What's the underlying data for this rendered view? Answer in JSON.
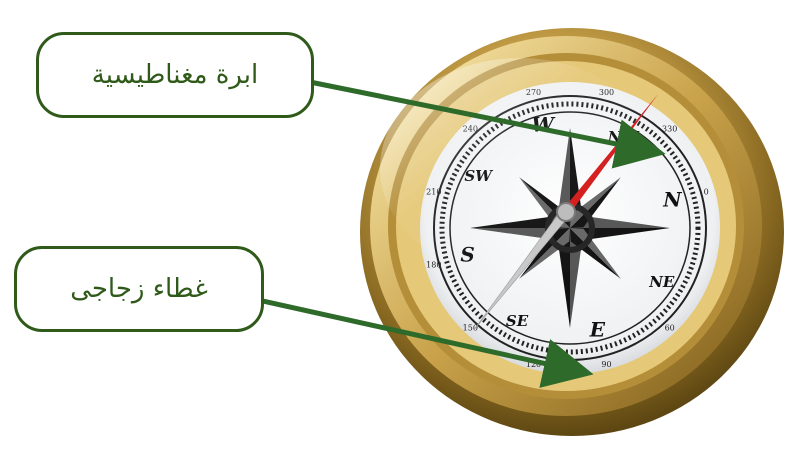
{
  "labels": {
    "needle": "ابرة مغناطيسية",
    "glass_cover": "غطاء زجاجى"
  },
  "compass": {
    "directions": [
      "N",
      "NE",
      "E",
      "SE",
      "S",
      "SW",
      "W",
      "NW"
    ],
    "degree_marks": [
      "0",
      "60",
      "90",
      "120",
      "150",
      "180",
      "210",
      "240",
      "270",
      "300",
      "330"
    ]
  },
  "colors": {
    "label_border": "#2f5a1a",
    "arrow": "#2e6b2a",
    "needle_north": "#d41a1a",
    "needle_south": "#c8c8c8",
    "brass": "#c9a24a"
  }
}
